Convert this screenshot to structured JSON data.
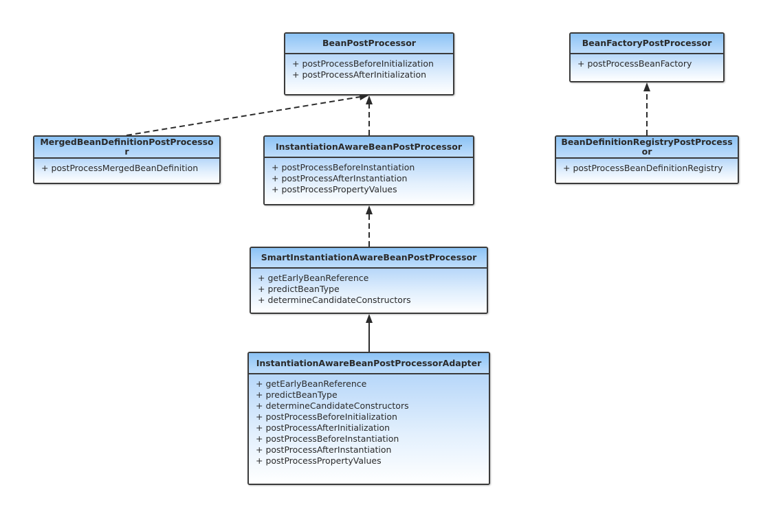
{
  "diagram": {
    "classes": [
      {
        "id": "bean-post-processor",
        "name": "BeanPostProcessor",
        "methods": [
          "+ postProcessBeforeInitialization",
          "+ postProcessAfterInitialization"
        ]
      },
      {
        "id": "bean-factory-post-processor",
        "name": "BeanFactoryPostProcessor",
        "methods": [
          "+ postProcessBeanFactory"
        ]
      },
      {
        "id": "merged-bean-definition-post-processor",
        "name": "MergedBeanDefinitionPostProcessor",
        "methods": [
          "+ postProcessMergedBeanDefinition"
        ]
      },
      {
        "id": "instantiation-aware-bean-post-processor",
        "name": "InstantiationAwareBeanPostProcessor",
        "methods": [
          "+ postProcessBeforeInstantiation",
          "+ postProcessAfterInstantiation",
          "+ postProcessPropertyValues"
        ]
      },
      {
        "id": "bean-definition-registry-post-processor",
        "name": "BeanDefinitionRegistryPostProcessor",
        "methods": [
          "+ postProcessBeanDefinitionRegistry"
        ]
      },
      {
        "id": "smart-instantiation-aware-bean-post-processor",
        "name": "SmartInstantiationAwareBeanPostProcessor",
        "methods": [
          "+ getEarlyBeanReference",
          "+ predictBeanType",
          "+ determineCandidateConstructors"
        ]
      },
      {
        "id": "instantiation-aware-bean-post-processor-adapter",
        "name": "InstantiationAwareBeanPostProcessorAdapter",
        "methods": [
          "+ getEarlyBeanReference",
          "+ predictBeanType",
          "+ determineCandidateConstructors",
          "+ postProcessBeforeInitialization",
          "+ postProcessAfterInitialization",
          "+ postProcessBeforeInstantiation",
          "+ postProcessAfterInstantiation",
          "+ postProcessPropertyValues"
        ]
      }
    ],
    "relations": [
      {
        "from": "merged-bean-definition-post-processor",
        "to": "bean-post-processor",
        "kind": "realization"
      },
      {
        "from": "instantiation-aware-bean-post-processor",
        "to": "bean-post-processor",
        "kind": "realization"
      },
      {
        "from": "smart-instantiation-aware-bean-post-processor",
        "to": "instantiation-aware-bean-post-processor",
        "kind": "realization"
      },
      {
        "from": "instantiation-aware-bean-post-processor-adapter",
        "to": "smart-instantiation-aware-bean-post-processor",
        "kind": "generalization"
      },
      {
        "from": "bean-definition-registry-post-processor",
        "to": "bean-factory-post-processor",
        "kind": "realization"
      }
    ],
    "colors": {
      "header_top": "#8cc3f5",
      "header_bottom": "#bfddfb",
      "body_top": "#b7d7f9",
      "border": "#3a3a3a",
      "connector": "#2b2b2b"
    }
  }
}
